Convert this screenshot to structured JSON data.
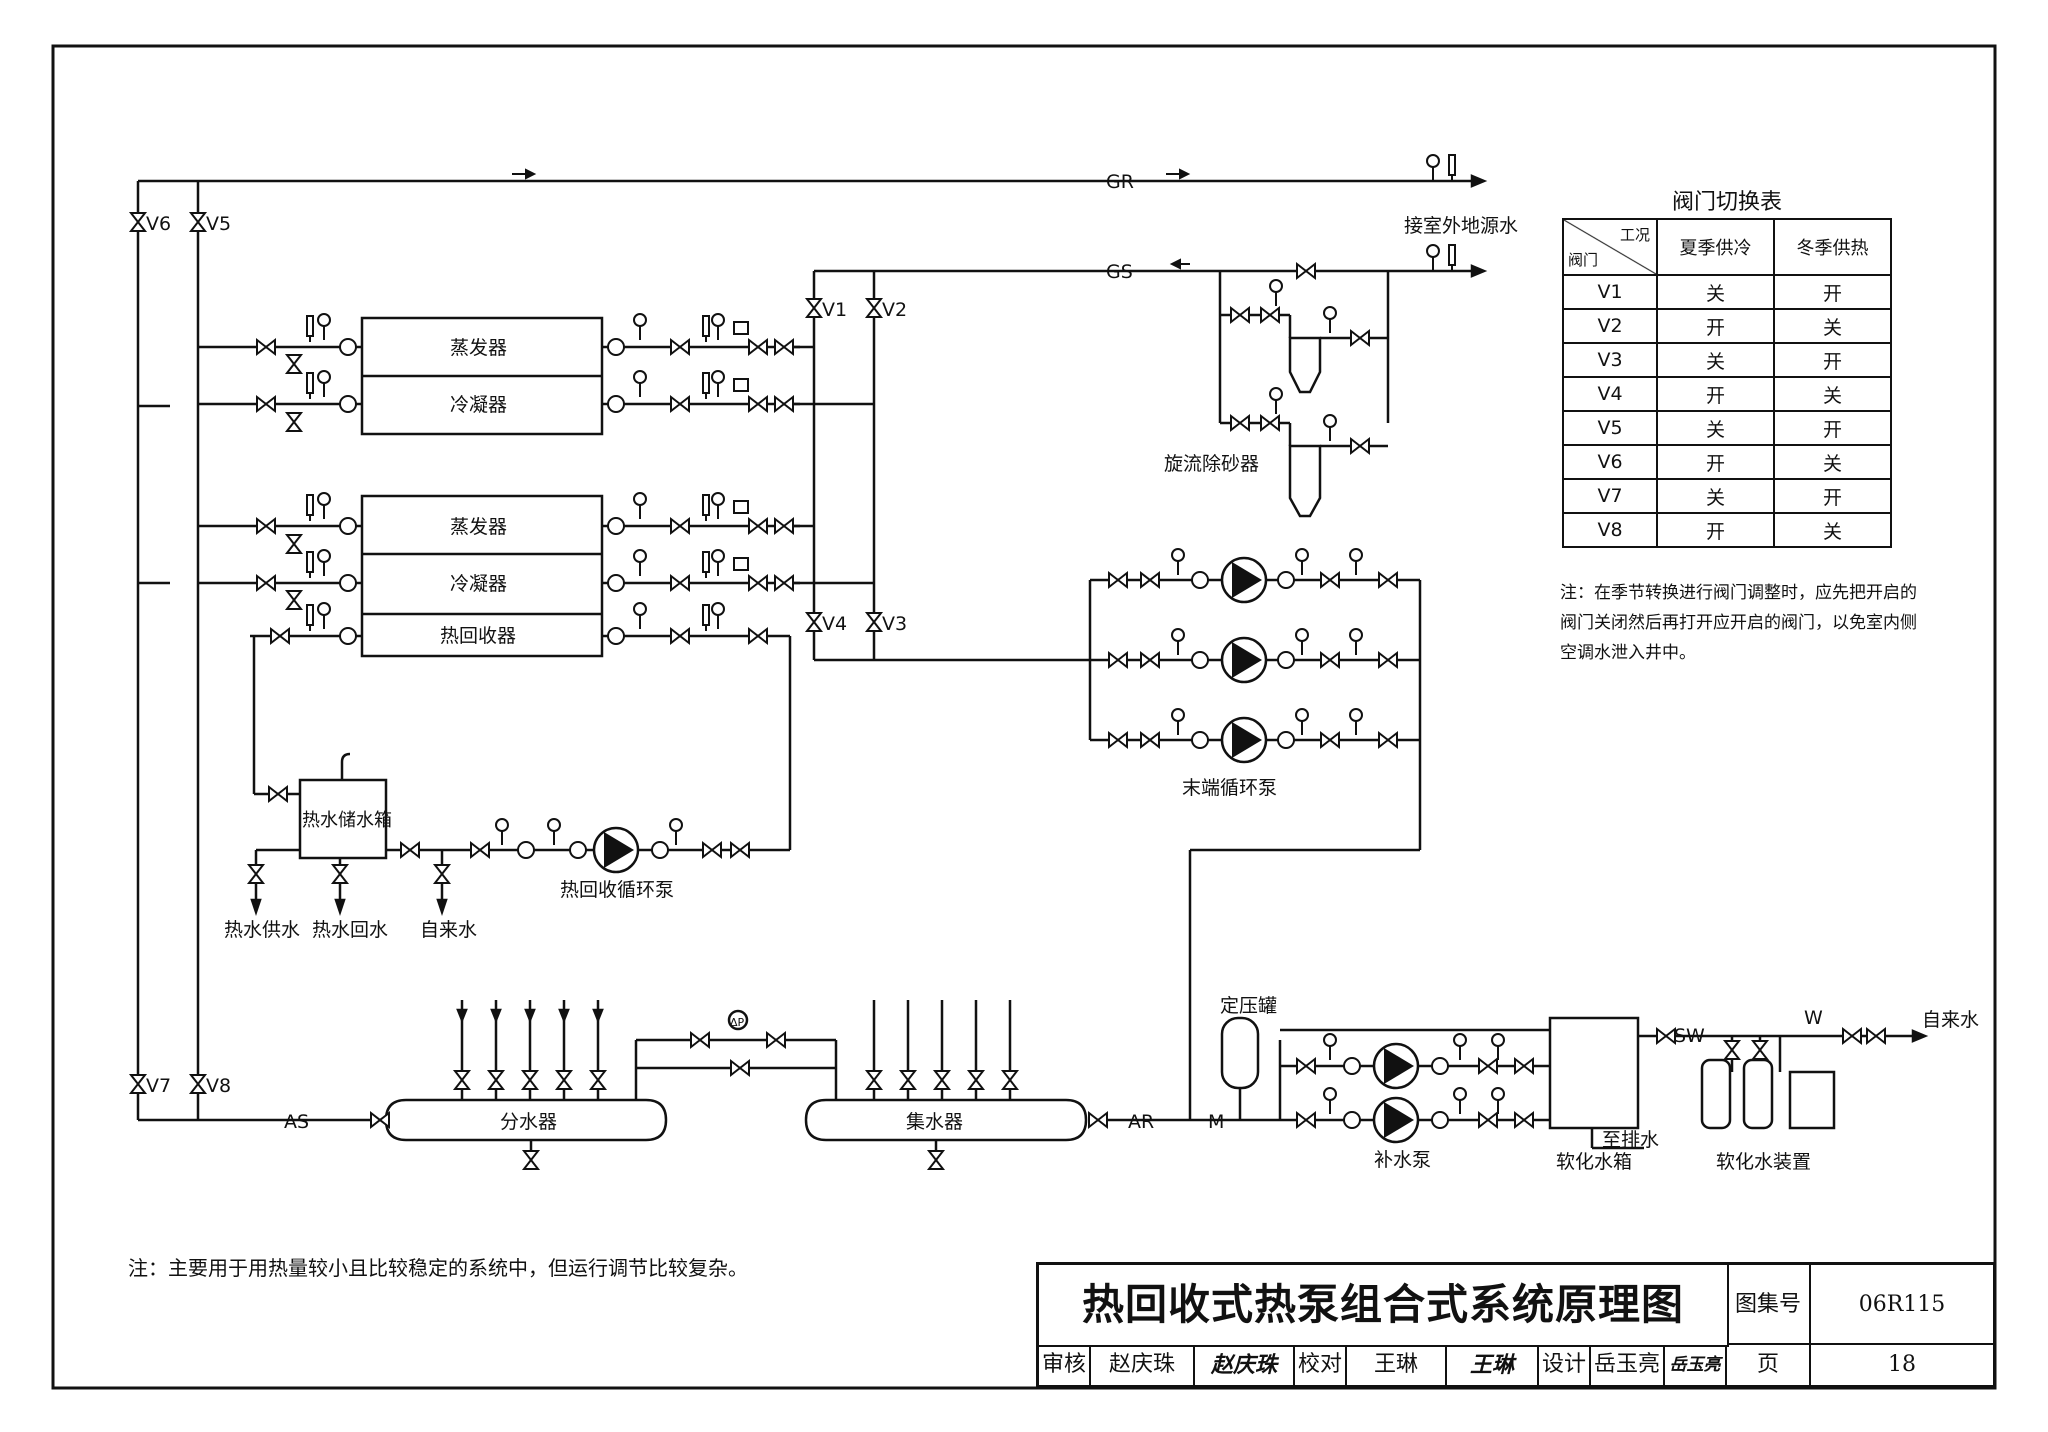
{
  "title": "热回收式热泵组合式系统原理图",
  "atlas_label": "图集号",
  "atlas_no": "06R115",
  "page_label": "页",
  "page_no": "18",
  "signoff": {
    "review_label": "审核",
    "review_name": "赵庆珠",
    "review_sig": "赵庆珠",
    "check_label": "校对",
    "check_name": "王琳",
    "check_sig": "王琳",
    "design_label": "设计",
    "design_name": "岳玉亮",
    "design_sig": "岳玉亮"
  },
  "bottom_note": "注：主要用于用热量较小且比较稳定的系统中，但运行调节比较复杂。",
  "valve_table": {
    "title": "阀门切换表",
    "corner_top": "工况",
    "corner_bottom": "阀门",
    "col_summer": "夏季供冷",
    "col_winter": "冬季供热",
    "rows": [
      {
        "valve": "V1",
        "summer": "关",
        "winter": "开"
      },
      {
        "valve": "V2",
        "summer": "开",
        "winter": "关"
      },
      {
        "valve": "V3",
        "summer": "关",
        "winter": "开"
      },
      {
        "valve": "V4",
        "summer": "开",
        "winter": "关"
      },
      {
        "valve": "V5",
        "summer": "关",
        "winter": "开"
      },
      {
        "valve": "V6",
        "summer": "开",
        "winter": "关"
      },
      {
        "valve": "V7",
        "summer": "关",
        "winter": "开"
      },
      {
        "valve": "V8",
        "summer": "开",
        "winter": "关"
      }
    ],
    "note": "注：在季节转换进行阀门调整时，应先把开启的阀门关闭然后再打开应开启的阀门，以免室内侧空调水泄入井中。"
  },
  "labels": {
    "gr": "GR",
    "gs": "GS",
    "as": "AS",
    "ar": "AR",
    "m": "M",
    "sw": "SW",
    "w": "W",
    "v1": "V1",
    "v2": "V2",
    "v3": "V3",
    "v4": "V4",
    "v5": "V5",
    "v6": "V6",
    "v7": "V7",
    "v8": "V8",
    "outdoor_source": "接室外地源水",
    "evaporator1": "蒸发器",
    "condenser1": "冷凝器",
    "evaporator2": "蒸发器",
    "condenser2": "冷凝器",
    "heat_recovery": "热回收器",
    "sand_separator": "旋流除砂器",
    "terminal_pump": "末端循环泵",
    "hot_water_tank": "热水储水箱",
    "hr_pump": "热回收循环泵",
    "hot_supply": "热水供水",
    "hot_return": "热水回水",
    "tap_water1": "自来水",
    "distributor": "分水器",
    "collector": "集水器",
    "expansion_tank": "定压罐",
    "makeup_pump": "补水泵",
    "soft_tank": "软化水箱",
    "to_drain": "至排水",
    "softener": "软化水装置",
    "tap_water2": "自来水",
    "dp": "ΔP"
  }
}
